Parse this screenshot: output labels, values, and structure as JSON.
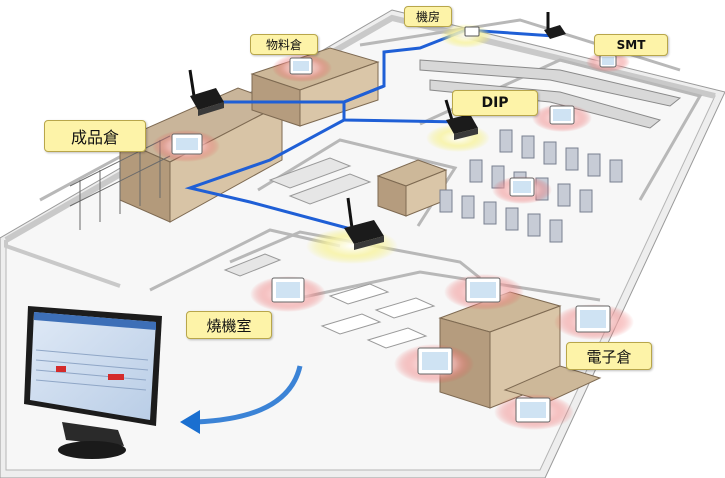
{
  "labels": {
    "server_room": "機房",
    "material_warehouse": "物料倉",
    "smt": "SMT",
    "finished_goods_warehouse": "成品倉",
    "dip": "DIP",
    "burn_in_room": "燒機室",
    "electronics_warehouse": "電子倉"
  },
  "colors": {
    "network": "#1f5fd6",
    "label_fill": "#fdf3a8",
    "sensor_glow": "#e83a3a",
    "gateway_glow": "#f4ee6a",
    "arrow": "#1a6fd0"
  },
  "icons": [
    "wireless-gateway-icon",
    "sensor-display-icon",
    "computer-monitor-icon"
  ]
}
